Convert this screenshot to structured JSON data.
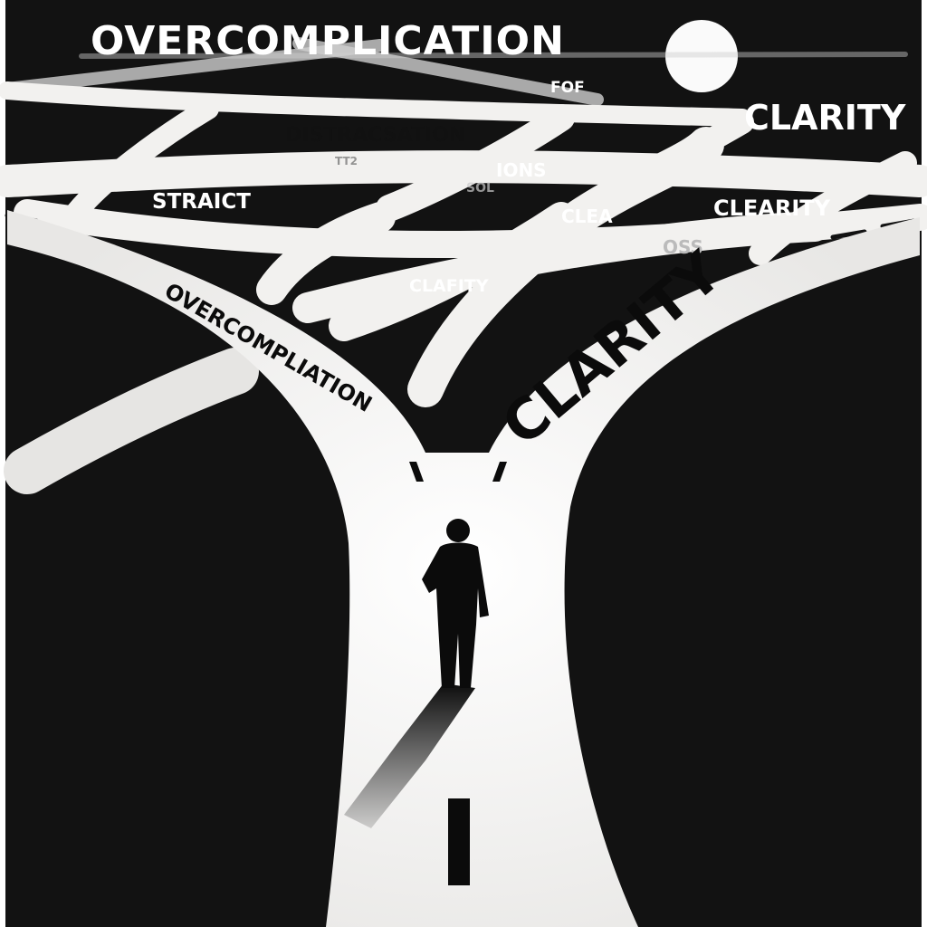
{
  "labels": {
    "top_title": "OVERCOMPLICATION",
    "top_small": "FOF",
    "top_right": "CLARITY",
    "grid_distraction": "DISTRACSATION",
    "grid_smudge": "TT2",
    "grid_ions": "IONS",
    "grid_sol": "SOL",
    "grid_straict": "STRAICT",
    "grid_clea": "CLEA",
    "grid_oss": "OSS",
    "grid_clearity": "CLEARITY",
    "grid_clarity_small": "CLAFITY",
    "road_left": "OVERCOMPLIATION",
    "road_right": "CLARITY"
  },
  "colors": {
    "ground": "#121212",
    "road": "#f2f1ef",
    "ink": "#0d0d0d",
    "moon": "#fafafa",
    "frame": "#ffffff"
  },
  "icons": [
    "moon-icon",
    "person-silhouette-icon"
  ]
}
